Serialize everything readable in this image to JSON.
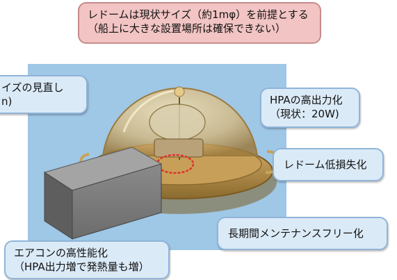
{
  "callouts": {
    "premise": {
      "line1": "レドームは現状サイズ（約1mφ）を前提とする",
      "line2": "（船上に大きな設置場所は確保できない）"
    },
    "size_review": {
      "line1": "イズの見直し",
      "line2": "n)"
    },
    "hpa_output": {
      "line1": "HPAの高出力化",
      "line2": "（現状：20W)"
    },
    "radome_loss": {
      "line1": "レドーム低損失化"
    },
    "maintenance": {
      "line1": "長期間メンテナンスフリー化"
    },
    "aircon": {
      "line1": "エアコンの高性能化",
      "line2": "（HPA出力増で発熱量も増）"
    }
  },
  "colors": {
    "background_panel": "#9fc7e6",
    "callout_fill": "#dbeaf7",
    "callout_border": "#8fb4d9",
    "premise_fill": "#f2c4c4",
    "dome_gold": "#c9a25a",
    "box_gray": "#7d7d7d"
  }
}
